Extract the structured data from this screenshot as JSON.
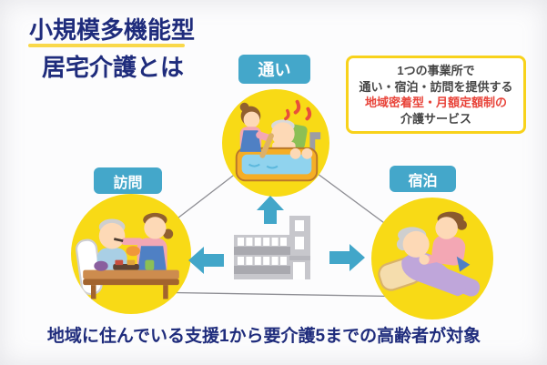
{
  "title": {
    "line1": "小規模多機能型",
    "line2": "居宅介護とは"
  },
  "info_box": {
    "lines": [
      "1つの事業所で",
      "通い・宿泊・訪問を提供する",
      "地域密着型・月額定額制の",
      "介護サービス"
    ],
    "highlighted_line": "地域密着型・月額定額制の"
  },
  "nodes": {
    "kayoi": {
      "label": "通い",
      "illustration": "bathing-assistance-illustration"
    },
    "homon": {
      "label": "訪問",
      "illustration": "meal-assistance-illustration"
    },
    "shukuhaku": {
      "label": "宿泊",
      "illustration": "overnight-care-illustration"
    }
  },
  "center": {
    "icon": "care-facility-building-icon"
  },
  "footer": {
    "text": "地域に住んでいる支援1から要介護5までの高齢者が対象"
  },
  "colors": {
    "navy_text": "#1f2c7c",
    "circle_yellow": "#f8da16",
    "badge_teal": "#44a7ca",
    "arrow_teal": "#42a6c9",
    "box_border_yellow": "#f8d21b",
    "underline_yellow": "#f9d84a",
    "highlight_red": "#e8443a",
    "building_gray": "#c7c7cc"
  }
}
